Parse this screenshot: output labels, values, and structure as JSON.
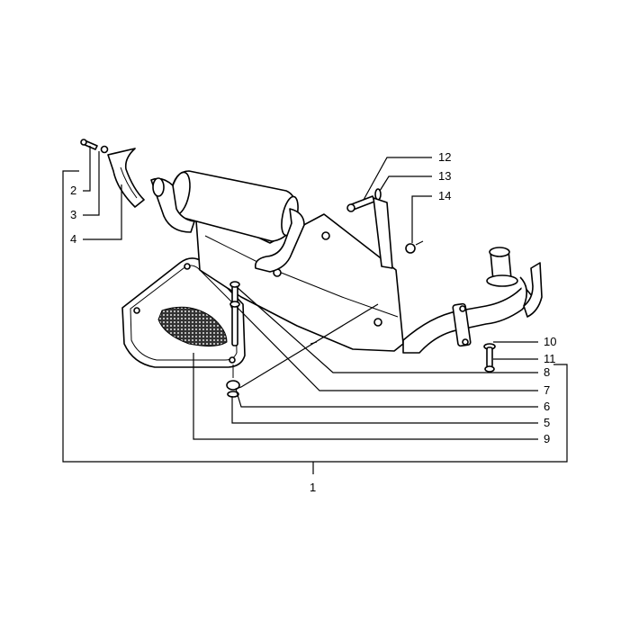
{
  "labels": {
    "l1": "1",
    "l2": "2",
    "l3": "3",
    "l4": "4",
    "l5": "5",
    "l6": "6",
    "l7": "7",
    "l8": "8",
    "l9": "9",
    "l10": "10",
    "l11": "11",
    "l12": "12",
    "l13": "13",
    "l14": "14"
  },
  "colors": {
    "line": "#000000",
    "background": "#ffffff",
    "grille": "#333333"
  }
}
